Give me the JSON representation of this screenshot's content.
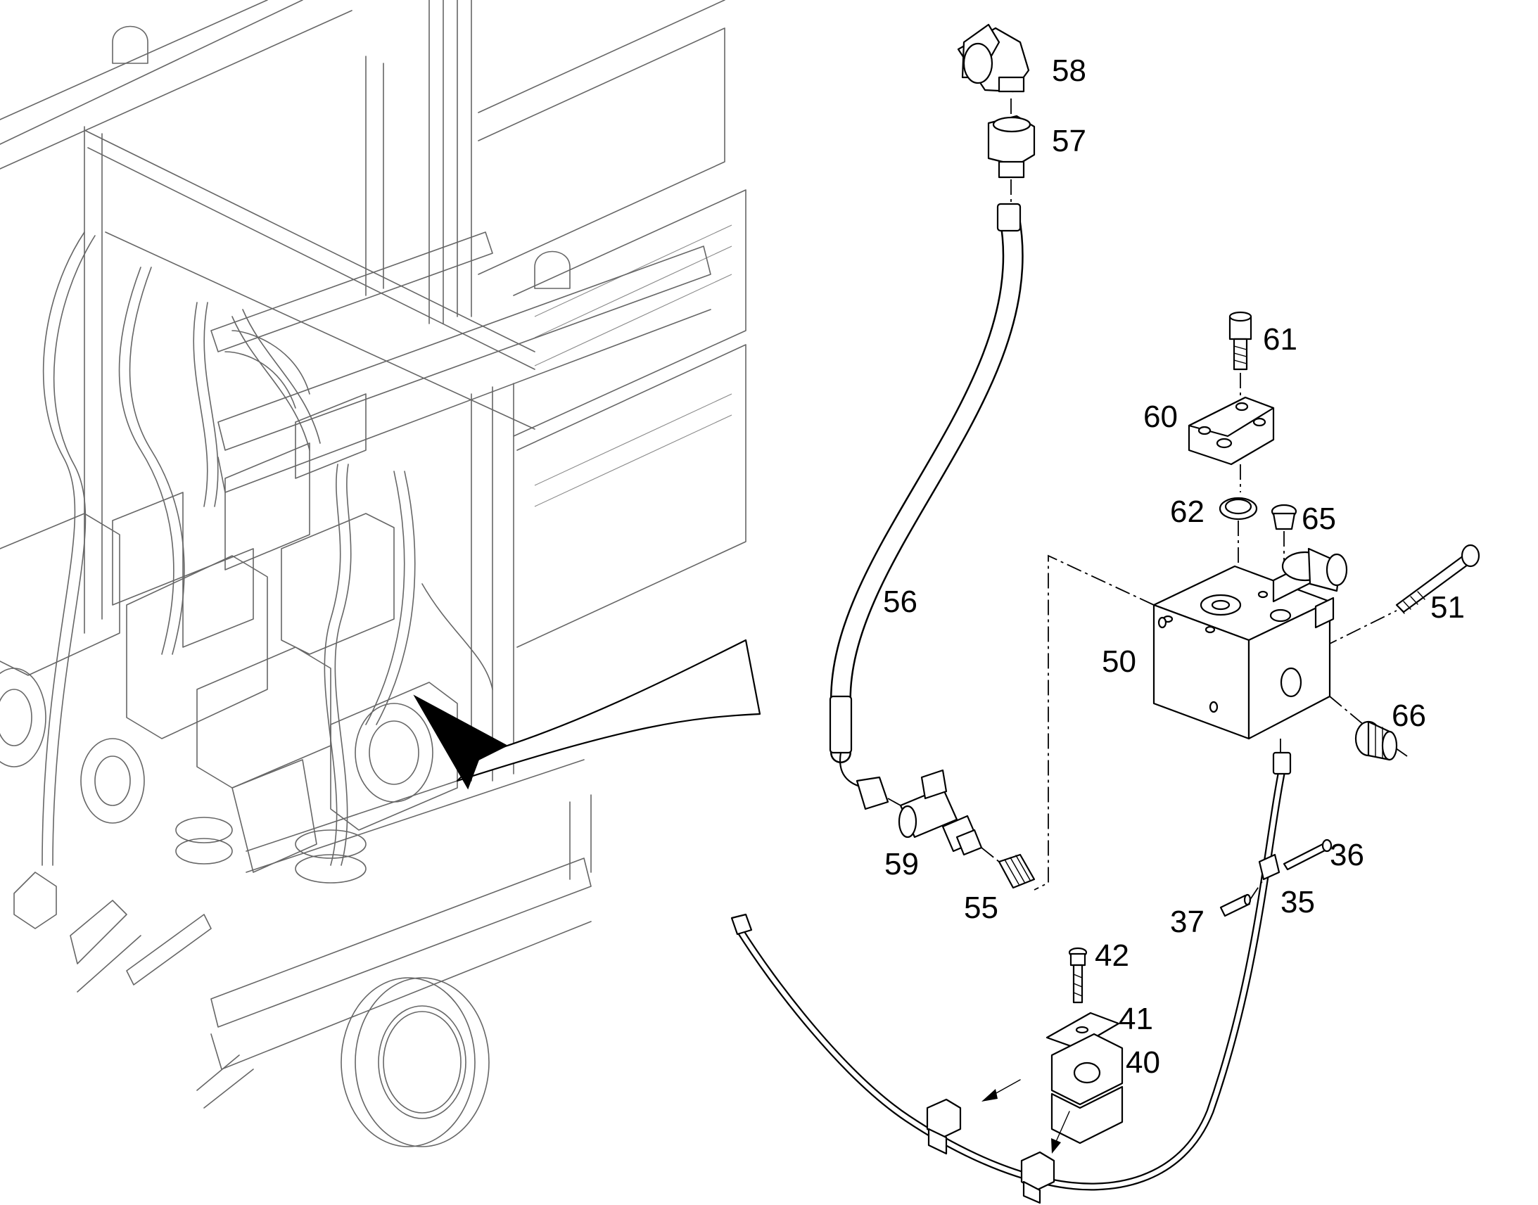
{
  "diagram": {
    "callouts": {
      "c58": "58",
      "c57": "57",
      "c56": "56",
      "c61": "61",
      "c60": "60",
      "c62": "62",
      "c65": "65",
      "c51": "51",
      "c50": "50",
      "c66": "66",
      "c59": "59",
      "c55": "55",
      "c36": "36",
      "c35": "35",
      "c37": "37",
      "c42": "42",
      "c41": "41",
      "c40": "40"
    }
  }
}
